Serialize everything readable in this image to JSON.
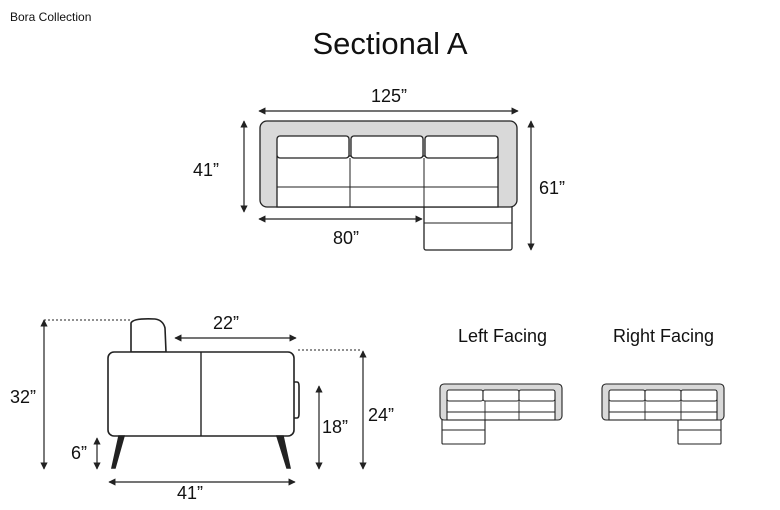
{
  "brand": "Bora Collection",
  "title": "Sectional A",
  "top_view": {
    "overall_width": "125”",
    "depth": "41”",
    "sofa_width": "80”",
    "chaise_depth": "61”"
  },
  "side_view": {
    "seat_depth": "22”",
    "total_height": "32”",
    "leg_height": "6”",
    "depth": "41”",
    "arm_height": "18”",
    "back_height": "24”"
  },
  "configurations": {
    "left_label": "Left Facing",
    "right_label": "Right Facing"
  },
  "colors": {
    "stroke": "#222222",
    "cushion_gray": "#d9d9d9"
  }
}
